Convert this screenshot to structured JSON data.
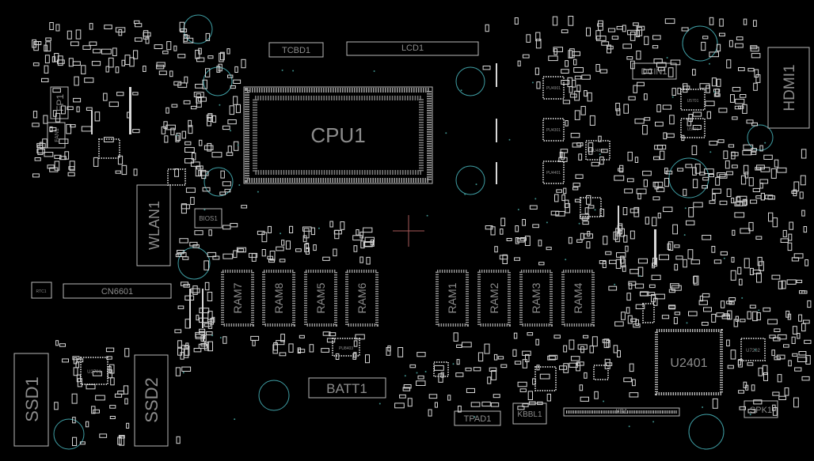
{
  "colors": {
    "background": "#000000",
    "outline": "#b9b9b9",
    "pad": "#d8d8d8",
    "label": "#8c8c8c",
    "hole": "#3f9fa5",
    "via": "#3d8f8a",
    "crosshair": "#a85a5a"
  },
  "labels": {
    "cpu": "CPU1",
    "lcd": "LCD1",
    "tcbd": "TCBD1",
    "dcin": "DCIN1",
    "hdmi": "HDMI1",
    "fp": "FP1",
    "fan": "FAN1",
    "wlan": "WLAN1",
    "bios": "BIOS1",
    "cn": "CN6601",
    "rtc": "RTC1",
    "ram7": "RAM7",
    "ram8": "RAM8",
    "ram5": "RAM5",
    "ram6": "RAM6",
    "ram1": "RAM1",
    "ram2": "RAM2",
    "ram3": "RAM3",
    "ram4": "RAM4",
    "batt": "BATT1",
    "ssd1": "SSD1",
    "ssd2": "SSD2",
    "u2701": "U2701",
    "u2401": "U2401",
    "u7202": "U7202",
    "spk": "SPK1",
    "tpad": "TPAD1",
    "kbbl": "KBBL1",
    "kb": "KB1",
    "pu8403": "PU8403",
    "u5701": "U5701",
    "u5601": "U5601",
    "pu4801": "PU4801",
    "pu4901": "PU4901",
    "pu4301": "PU4301",
    "pu4401": "PU4401"
  }
}
